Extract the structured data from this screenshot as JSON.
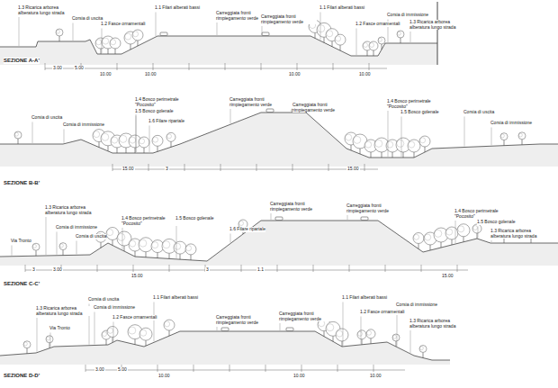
{
  "diagram": {
    "labels": [
      "1.3 Ricarica arborea alberatura lungo strada",
      "Corsia di uscita",
      "1.2 Fasce ornamentali",
      "1.1 Filari alberati bassi",
      "Carreggiata fronti rimpiegamento verde",
      "Carreggiata fronti rimpiegamento verde",
      "1.1 Filari alberati bassi",
      "1.2 Fasce ornamentali",
      "Corsia di immissione",
      "1.3 Ricarica arborea alberatura lungo strada",
      "SEZIONE A-A'",
      "3.00",
      "5.00",
      "10.00",
      "10.00",
      "10.00",
      "10.00",
      "Corsia di uscita",
      "Corsia di immissione",
      "1.4 Bosco perimetrale \"Pocosito\"",
      "1.5 Bosco golenale",
      "1.6 Filare ripariale",
      "Carreggiata fronti rimpiegamento verde",
      "Carreggiata fronti rimpiegamento verde",
      "1.4 Bosco perimetrale \"Pocosito\"",
      "1.5 Bosco golenale",
      "Corsia di uscita",
      "Corsia di immissione",
      "SEZIONE B-B'",
      "15.00",
      "3",
      "15.00",
      "Via Tronto",
      "1.3 Ricarica arborea alberatura lungo strada",
      "Corsia di immissione",
      "Corsia di uscita",
      "1.4 Bosco perimetrale \"Pocosito\"",
      "1.5 Bosco golenale",
      "1.6 Filare ripariale",
      "Carreggiata fronti rimpiegamento verde",
      "Carreggiata fronti rimpiegamento verde",
      "1.4 Bosco perimetrale \"Pocosito\"",
      "1.5 Bosco golenale",
      "1.3 Ricarica arborea alberatura lungo strada",
      "SEZIONE C-C'",
      "3",
      "3.00",
      "15.00",
      "3",
      "1.1",
      "15.00",
      "Via Tronto",
      "1.3 Ricarica arborea alberatura lungo strada",
      "Corsia di uscita",
      "Corsia di immissione",
      "1.2 Fasce ornamentali",
      "1.1 Filari alberati bassi",
      "Carreggiata fronti rimpiegamento verde",
      "Carreggiata fronti rimpiegamento verde",
      "1.1 Filari alberati bassi",
      "1.2 Fasce ornamentali",
      "Corsia di immissione",
      "1.3 Ricarica arborea alberatura lungo strada",
      "SEZIONE D-D'",
      "3.00",
      "5.00",
      "10.00",
      "10.00",
      "10.00"
    ]
  }
}
